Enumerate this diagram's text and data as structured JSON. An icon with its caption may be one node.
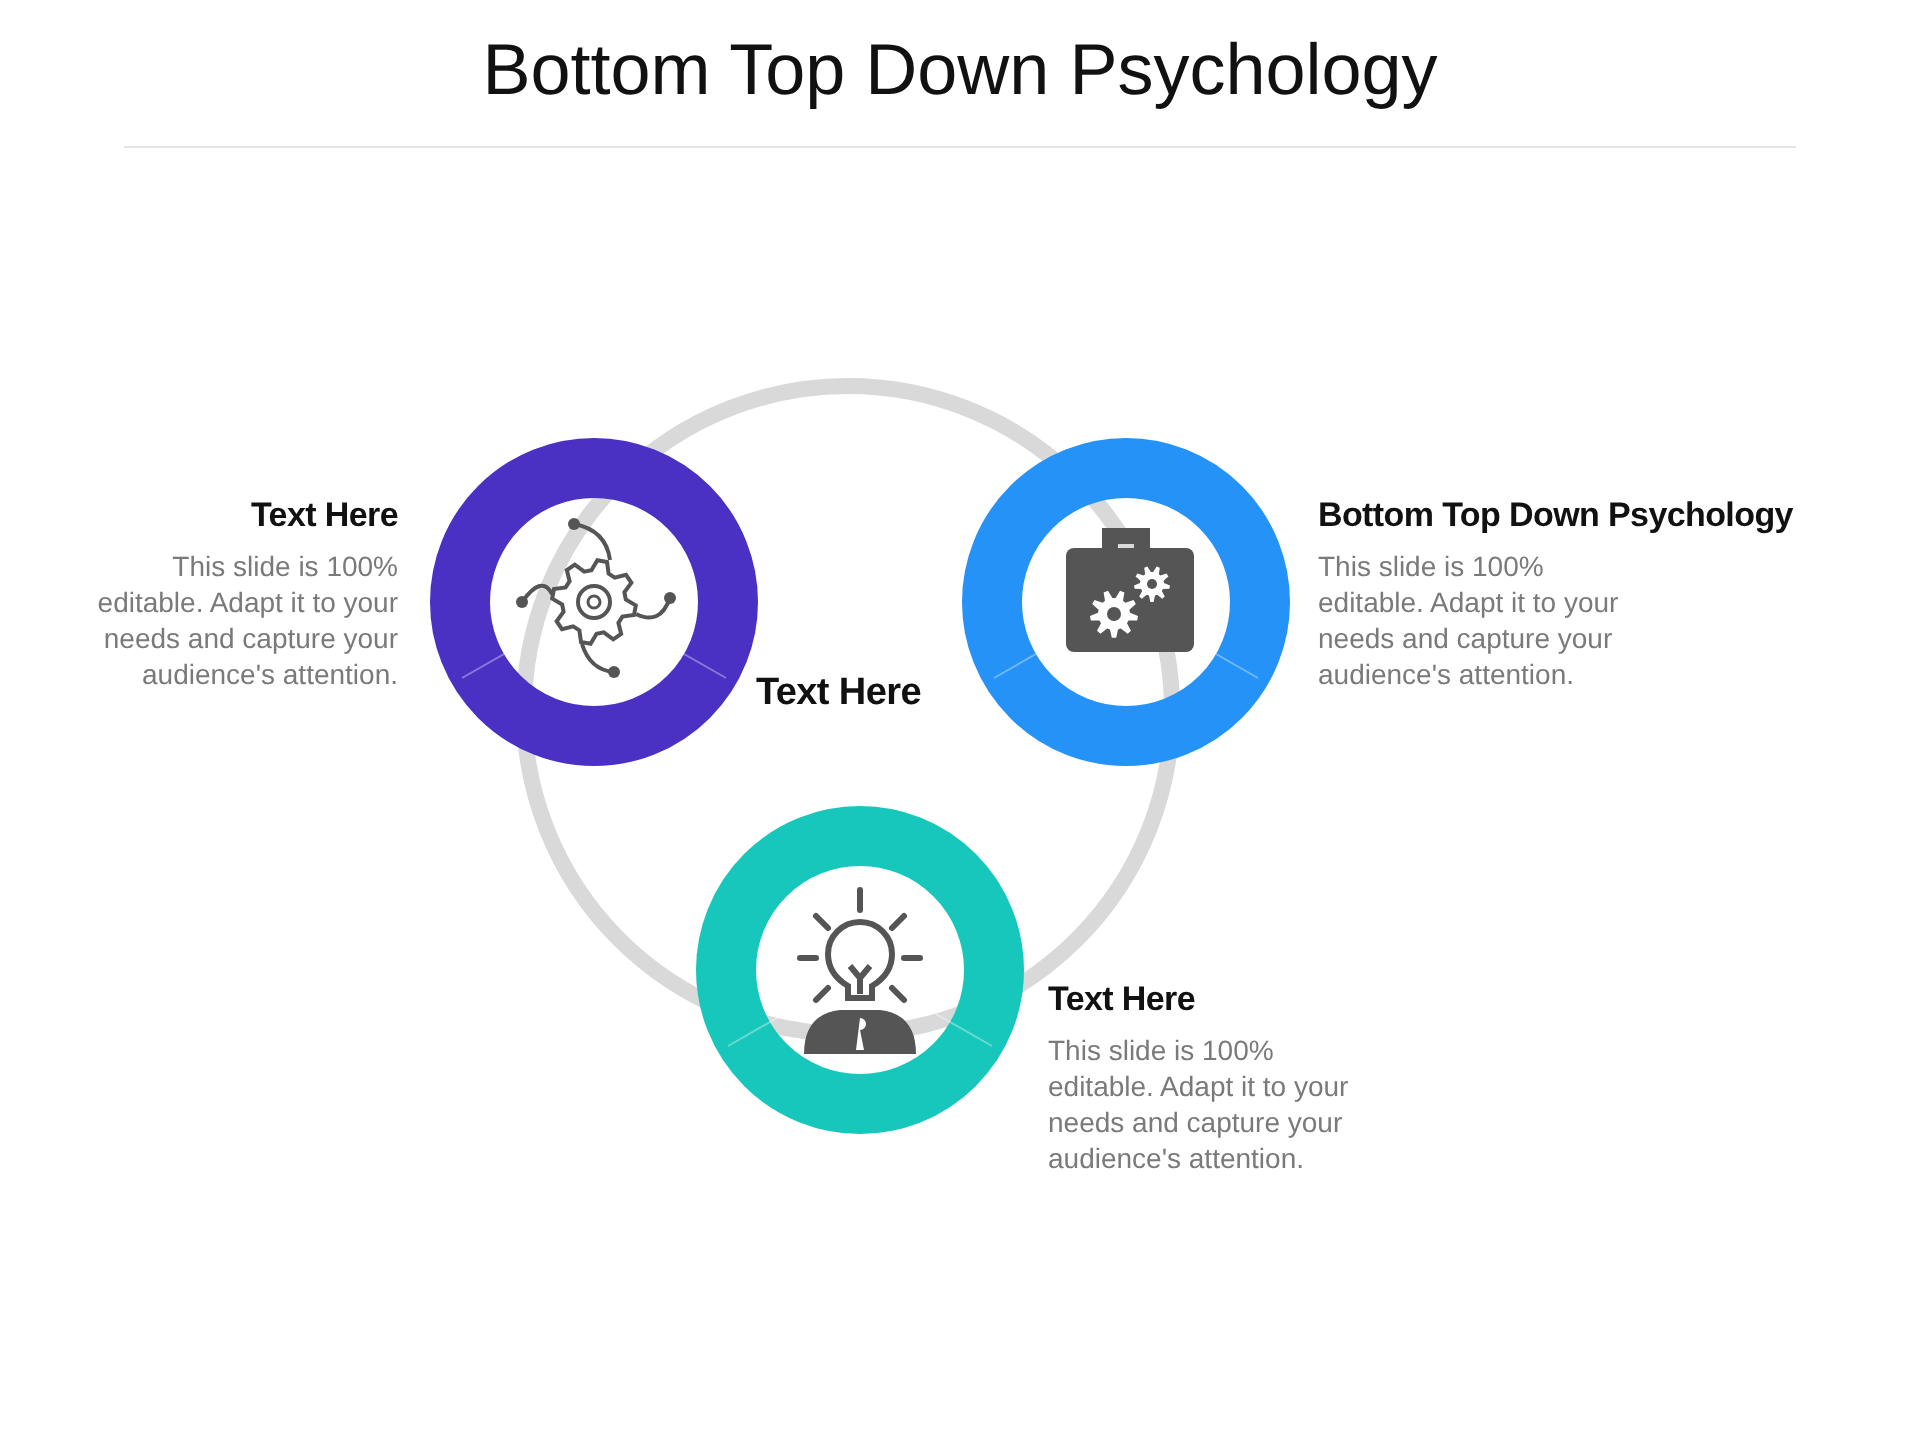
{
  "diagram": {
    "title": "Bottom Top Down Psychology",
    "nodes": [
      {
        "text": [],
        "shape": "circle",
        "beside": [
          "Text Here",
          "This slide is 100% editable. Adapt it to your needs and capture your audience's attention."
        ]
      },
      {
        "text": [],
        "shape": "circle",
        "beside": [
          "Bottom Top Down Psychology",
          "This slide is 100% editable. Adapt it to your needs and capture your audience's attention."
        ]
      },
      {
        "text": [],
        "shape": "circle",
        "beside": [
          "Text Here",
          "This slide is 100% editable. Adapt it to your needs and capture your audience's attention."
        ]
      }
    ],
    "labels": [
      "Text Here"
    ]
  }
}
